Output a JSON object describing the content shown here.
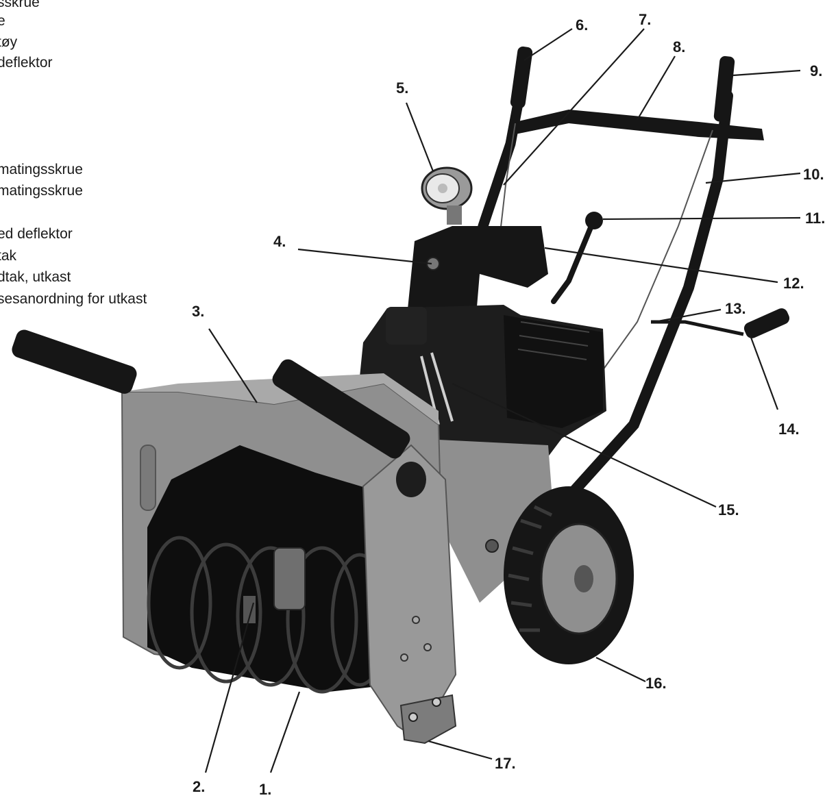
{
  "legend": {
    "lines": [
      "sskrue",
      "e",
      "tøy",
      "deflektor",
      "",
      "matingsskrue",
      "matingsskrue",
      "ed deflektor",
      "tak",
      "dtak, utkast",
      "sesanordning for utkast"
    ]
  },
  "callouts": [
    {
      "id": "1",
      "label": "1."
    },
    {
      "id": "2",
      "label": "2."
    },
    {
      "id": "3",
      "label": "3."
    },
    {
      "id": "4",
      "label": "4."
    },
    {
      "id": "5",
      "label": "5."
    },
    {
      "id": "6",
      "label": "6."
    },
    {
      "id": "7",
      "label": "7."
    },
    {
      "id": "8",
      "label": "8."
    },
    {
      "id": "9",
      "label": "9."
    },
    {
      "id": "10",
      "label": "10."
    },
    {
      "id": "11",
      "label": "11."
    },
    {
      "id": "12",
      "label": "12."
    },
    {
      "id": "13",
      "label": "13."
    },
    {
      "id": "14",
      "label": "14."
    },
    {
      "id": "15",
      "label": "15."
    },
    {
      "id": "16",
      "label": "16."
    },
    {
      "id": "17",
      "label": "17."
    }
  ],
  "colors": {
    "housing": "#8f8f8f",
    "housing_dark": "#6a6a6a",
    "metal_black": "#161616",
    "ink": "#1a1a1a"
  }
}
